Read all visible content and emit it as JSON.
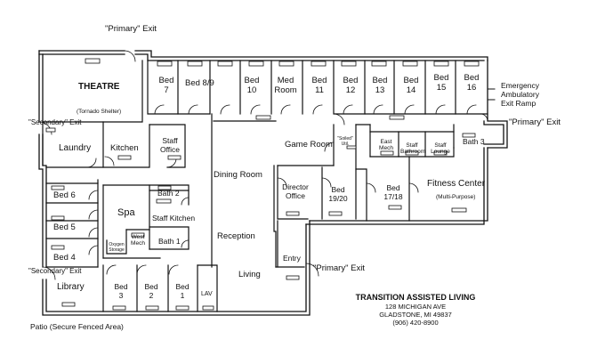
{
  "exits": {
    "primary_top": "\"Primary\" Exit",
    "primary_right": "\"Primary\" Exit",
    "primary_entry": "\"Primary\" Exit",
    "secondary_top": "\"Secondary\" Exit",
    "secondary_bottom": "\"Secondary\" Exit",
    "emergency_ramp": [
      "Emergency",
      "Ambulatory",
      "Exit Ramp"
    ]
  },
  "rooms": {
    "theatre": "THEATRE",
    "tornado": "(Tornado Shelter)",
    "bed7": [
      "Bed",
      "7"
    ],
    "bed89": "Bed 8/9",
    "bed10": [
      "Bed",
      "10"
    ],
    "med_room": [
      "Med",
      "Room"
    ],
    "bed11": [
      "Bed",
      "11"
    ],
    "bed12": [
      "Bed",
      "12"
    ],
    "bed13": [
      "Bed",
      "13"
    ],
    "bed14": [
      "Bed",
      "14"
    ],
    "bed15": [
      "Bed",
      "15"
    ],
    "bed16": [
      "Bed",
      "16"
    ],
    "laundry": "Laundry",
    "kitchen": "Kitchen",
    "staff_office": [
      "Staff",
      "Office"
    ],
    "dining_room": "Dining Room",
    "game_room": "Game Room",
    "soiled_util": [
      "\"Soiled\"",
      "Util."
    ],
    "east_mech": [
      "East",
      "Mech"
    ],
    "staff_bathroom": [
      "Staff",
      "Bathroom"
    ],
    "staff_lounge": [
      "Staff",
      "Lounge"
    ],
    "bath3": "Bath 3",
    "fitness": "Fitness Center",
    "fitness_sub": "(Multi-Purpose)",
    "bed6": "Bed 6",
    "bed5": "Bed 5",
    "bed4": "Bed 4",
    "spa": "Spa",
    "bath2": "Bath 2",
    "staff_kitchen": "Staff Kitchen",
    "oxygen": [
      "Oxygen",
      "Storage"
    ],
    "west_mech": [
      "West",
      "Mech"
    ],
    "bath1": "Bath 1",
    "reception": "Reception",
    "director": [
      "Director",
      "Office"
    ],
    "bed1920": [
      "Bed",
      "19/20"
    ],
    "bed1718": [
      "Bed",
      "17/18"
    ],
    "entry": "Entry",
    "living": "Living",
    "library": "Library",
    "bed3": [
      "Bed",
      "3"
    ],
    "bed2": [
      "Bed",
      "2"
    ],
    "bed1": [
      "Bed",
      "1"
    ],
    "lav": "LAV",
    "patio": "Patio (Secure Fenced Area)"
  },
  "facility": {
    "name": "TRANSITION ASSISTED LIVING",
    "address1": "128 MICHIGAN AVE",
    "address2": "GLADSTONE, MI 49837",
    "phone": "(906) 420-8900"
  }
}
